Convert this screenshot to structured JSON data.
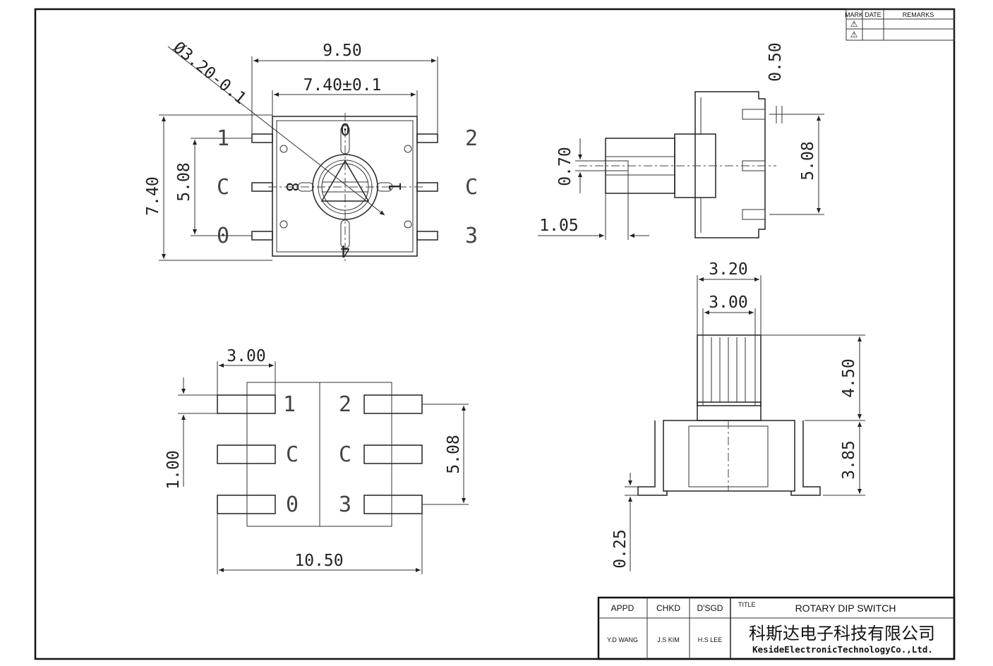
{
  "revision_block": {
    "headers": {
      "mark": "MARK",
      "date": "DATE",
      "remarks": "REMARKS"
    },
    "rows": [
      {
        "mark": "⚠"
      },
      {
        "mark": "⚠"
      }
    ]
  },
  "title_block": {
    "appd_label": "APPD",
    "chkd_label": "CHKD",
    "dsgd_label": "D'SGD",
    "title_label": "TITLE",
    "title": "ROTARY DIP SWITCH",
    "appd_name": "Y.D WANG",
    "chkd_name": "J.S KIM",
    "dsgd_name": "H.S LEE",
    "company_cn": "科斯达电子科技有限公司",
    "company_en": "KesideElectronicTechnologyCo.,Ltd."
  },
  "top_view": {
    "dim_width_outer": "9.50",
    "dim_width_body": "7.40±0.1",
    "dim_shaft": "Ø3.20-0.1",
    "dim_height": "7.40",
    "dim_pitch": "5.08",
    "pin_labels": {
      "left_top": "1",
      "left_mid": "C",
      "left_bot": "0",
      "right_top": "2",
      "right_mid": "C",
      "right_bot": "3"
    },
    "dial_marks": {
      "top": "0",
      "left": "8",
      "bottom": "4",
      "right": "1"
    }
  },
  "side_view": {
    "dim_pin_width": "0.50",
    "dim_pitch": "5.08",
    "dim_shaft": "0.70",
    "dim_offset": "1.05"
  },
  "front_view": {
    "dim_shaft_outer": "3.20",
    "dim_shaft_inner": "3.00",
    "dim_shaft_height": "4.50",
    "dim_body_height": "3.85",
    "dim_foot": "0.25"
  },
  "footprint": {
    "dim_pad_length": "3.00",
    "dim_pad_width": "1.00",
    "dim_pitch": "5.08",
    "dim_total": "10.50",
    "pin_labels": {
      "left_top": "1",
      "left_mid": "C",
      "left_bot": "0",
      "right_top": "2",
      "right_mid": "C",
      "right_bot": "3"
    }
  }
}
